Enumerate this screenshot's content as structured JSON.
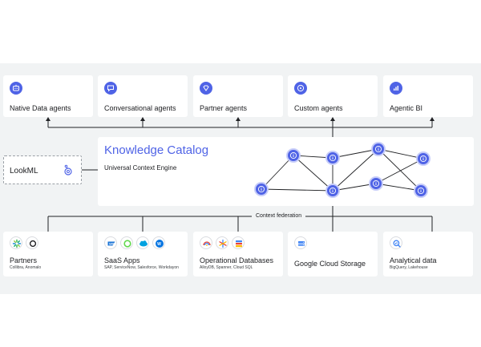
{
  "agents": [
    {
      "label": "Native Data agents",
      "icon": "robot-icon"
    },
    {
      "label": "Conversational agents",
      "icon": "chat-icon"
    },
    {
      "label": "Partner agents",
      "icon": "diamond-icon"
    },
    {
      "label": "Custom agents",
      "icon": "compass-icon"
    },
    {
      "label": "Agentic BI",
      "icon": "chart-icon"
    }
  ],
  "lookml": {
    "label": "LookML",
    "icon": "lookml-logo-icon"
  },
  "catalog": {
    "title": "Knowledge Catalog",
    "subtitle": "Universal Context Engine",
    "node_icon": "info-icon"
  },
  "federation": {
    "label": "Context federation"
  },
  "sources": [
    {
      "label": "Partners",
      "sub": "Collibra, Anomalo",
      "logos": [
        "collibra-logo-icon",
        "anomalo-logo-icon"
      ]
    },
    {
      "label": "SaaS Apps",
      "sub": "SAP, ServiceNow, Salesforce, Workdayon",
      "logos": [
        "sap-logo-icon",
        "servicenow-logo-icon",
        "salesforce-logo-icon",
        "workday-logo-icon"
      ]
    },
    {
      "label": "Operational Databases",
      "sub": "AlloyDB, Spanner, Cloud SQL",
      "logos": [
        "alloydb-logo-icon",
        "spanner-logo-icon",
        "cloud-sql-logo-icon"
      ]
    },
    {
      "label": "Google Cloud Storage",
      "sub": "",
      "logos": [
        "cloud-storage-logo-icon"
      ]
    },
    {
      "label": "Analytical data",
      "sub": "BigQuery, Lakehouse",
      "logos": [
        "bigquery-logo-icon"
      ]
    }
  ],
  "colors": {
    "accent": "#4f63e6",
    "canvas": "#f1f3f4",
    "line": "#202124"
  }
}
